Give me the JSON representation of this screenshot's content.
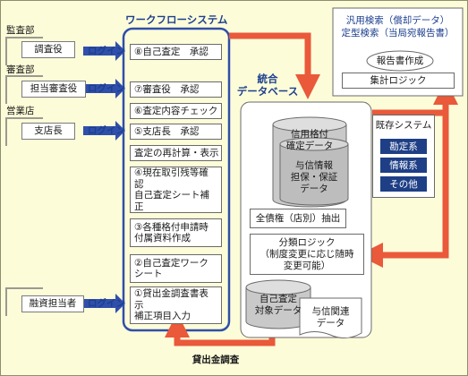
{
  "title": "ワークフローシステム",
  "sections": [
    {
      "label": "監査部",
      "role": "調査役",
      "login": "ログイン"
    },
    {
      "label": "審査部",
      "role": "担当審査役",
      "login": "ログイン"
    },
    {
      "label": "営業店",
      "role": "支店長",
      "login": "ログイン"
    }
  ],
  "loan_officer": {
    "role": "融資担当者",
    "login": "ログイン"
  },
  "steps": [
    "⑧自己査定　承認",
    "⑦審査役　承認",
    "⑥査定内容チェック",
    "⑤支店長　承認",
    "査定の再計算・表示",
    "④現在取引残等確認\n自己査定シート補正",
    "③各種格付申請時付属資料作成",
    "②自己査定ワークシート",
    "①貸出金調査書表示\n補正項目入力"
  ],
  "database": {
    "title_line1": "統合",
    "title_line2": "データベース",
    "cyl_top": "信用格付\n確定データ",
    "cyl_bottom": "与信情報\n担保・保証\nデータ",
    "extract": "全債権（店別）抽出",
    "logic": "分類ロジック\n（制度変更に応じ随時\n変更可能）",
    "self_data": "自己査定\n対象データ",
    "credit_data": "与信関連\nデータ"
  },
  "legacy": {
    "title": "既存システム",
    "items": [
      "勘定系",
      "情報系",
      "その他"
    ]
  },
  "search": {
    "line1": "汎用検索（償却データ）",
    "line2": "定型検索（当局宛報告書）",
    "report": "報告書作成",
    "aggregate": "集計ロジック"
  },
  "bottom_label": "貸出金調査",
  "colors": {
    "accent": "#1c3f8f",
    "arrow_red": "#e9593a",
    "arrow_blue": "#2f4faa",
    "background": "#fdfcd9"
  }
}
